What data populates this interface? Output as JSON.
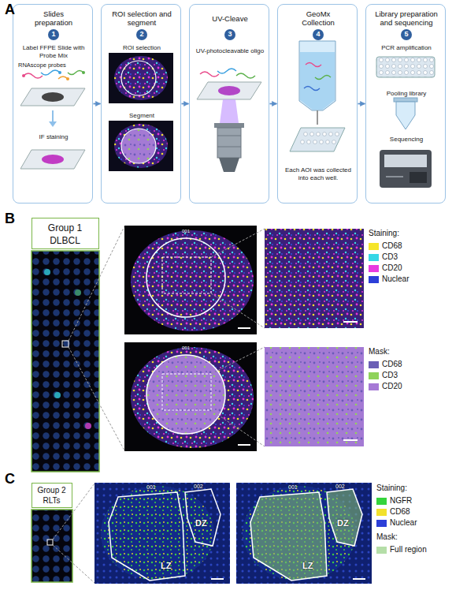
{
  "diagram": {
    "nodes": [
      {
        "text": [
          "Slides preparation",
          "Label FFPE Slide with Probe Mix",
          "RNAscope probes",
          "IF staining"
        ]
      },
      {
        "text": [
          "1"
        ],
        "in": 0
      },
      {
        "text": [
          "ROI selection and segment",
          "ROI selection",
          "Segment"
        ]
      },
      {
        "text": [
          "2"
        ],
        "in": 2
      },
      {
        "text": [
          "UV-Cleave",
          "UV-photocleavable oligo"
        ]
      },
      {
        "text": [
          "3"
        ],
        "in": 4
      },
      {
        "text": [
          "GeoMx Collection",
          "Each AOI was collected into each well."
        ]
      },
      {
        "text": [
          "4"
        ],
        "in": 6
      },
      {
        "text": [
          "Library preparation and sequencing",
          "PCR amplification",
          "Pooling library",
          "Sequencing"
        ]
      },
      {
        "text": [
          "5"
        ],
        "in": 8
      },
      {
        "text": [
          "Group 1",
          "DLBCL"
        ]
      },
      {
        "text": [
          "Group 2",
          "RLTs"
        ]
      }
    ],
    "edges": [
      {
        "from": 0,
        "to": 2,
        "arrow": "to"
      },
      {
        "from": 2,
        "to": 4,
        "arrow": "to"
      },
      {
        "from": 4,
        "to": 6,
        "arrow": "to"
      },
      {
        "from": 6,
        "to": 8,
        "arrow": "to"
      }
    ],
    "labels": [
      "A",
      "B",
      "001",
      "001",
      "Staining:",
      "Mask:",
      "C",
      "001",
      "002",
      "DZ",
      "LZ",
      "001",
      "002",
      "DZ",
      "LZ",
      "Staining:",
      "Mask:"
    ],
    "legend": [
      {
        "text": "CD68",
        "color": "#f5e52a"
      },
      {
        "text": "CD3",
        "color": "#36d7e6"
      },
      {
        "text": "CD20",
        "color": "#e83be0"
      },
      {
        "text": "Nuclear",
        "color": "#2c3fd8"
      },
      {
        "text": "CD68",
        "color": "#6b5fb5"
      },
      {
        "text": "CD3",
        "color": "#8fd35a"
      },
      {
        "text": "CD20",
        "color": "#a679d6"
      },
      {
        "text": "NGFR",
        "color": "#35d43c"
      },
      {
        "text": "CD68",
        "color": "#f2e12c"
      },
      {
        "text": "Nuclear",
        "color": "#2c3fd8"
      },
      {
        "text": "Full region",
        "color": "#b5dea8"
      }
    ]
  }
}
